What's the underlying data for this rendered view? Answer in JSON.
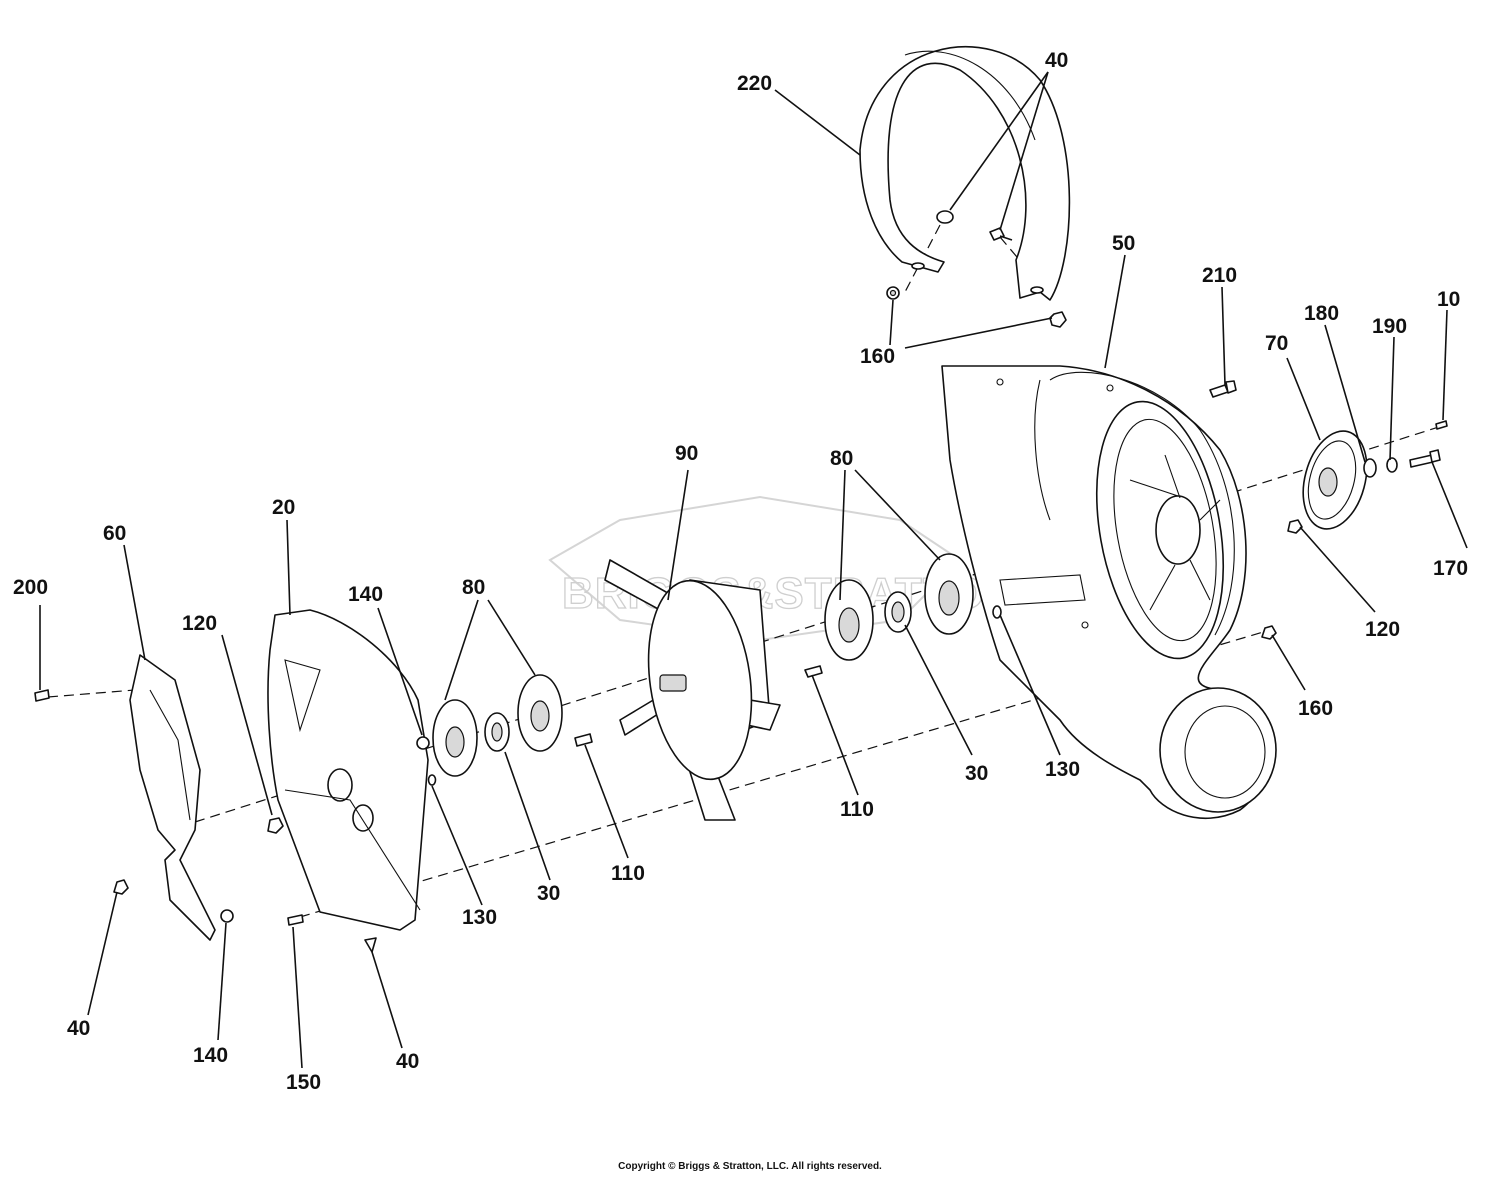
{
  "watermark": "BRIGGS&STRATTON",
  "copyright": "Copyright © Briggs & Stratton, LLC. All rights reserved.",
  "callouts": {
    "c220": "220",
    "c40_top": "40",
    "c160_top": "160",
    "c50": "50",
    "c210": "210",
    "c180": "180",
    "c190": "190",
    "c10": "10",
    "c70": "70",
    "c170": "170",
    "c120_right": "120",
    "c160_right": "160",
    "c90": "90",
    "c80_right": "80",
    "c130_right": "130",
    "c30_right": "30",
    "c110_right": "110",
    "c200": "200",
    "c60": "60",
    "c20": "20",
    "c140_top": "140",
    "c80_left": "80",
    "c120_left": "120",
    "c130_left": "130",
    "c30_left": "30",
    "c110_left": "110",
    "c40_bottom_left": "40",
    "c140_bottom": "140",
    "c150": "150",
    "c40_bottom": "40"
  }
}
